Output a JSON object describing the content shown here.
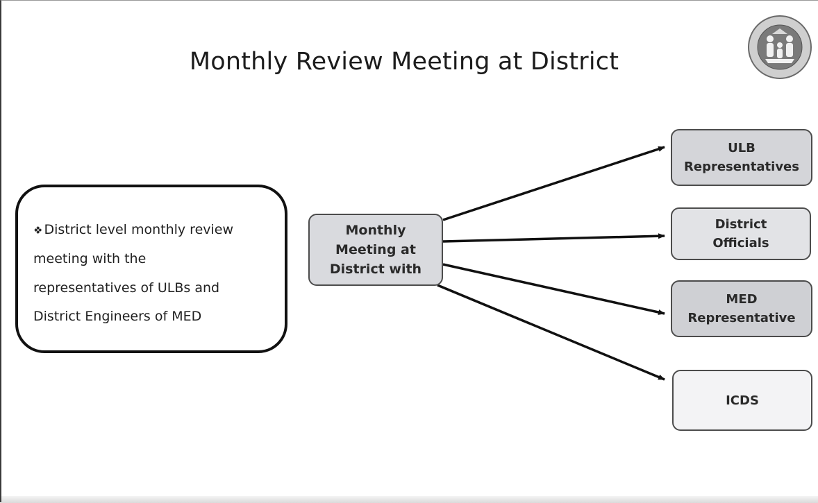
{
  "slide": {
    "title": "Monthly Review Meeting at District",
    "description_lines": [
      "District level monthly review",
      "meeting with the",
      "representatives of ULBs and",
      "District Engineers of MED"
    ],
    "bullet_glyph": "❖"
  },
  "diagram": {
    "center": [
      "Monthly",
      "Meeting at",
      "District with"
    ],
    "targets": [
      {
        "lines": [
          "ULB",
          "Representatives"
        ]
      },
      {
        "lines": [
          "District",
          "Officials"
        ]
      },
      {
        "lines": [
          "MED",
          "Representative"
        ]
      },
      {
        "lines": [
          "ICDS"
        ]
      }
    ]
  },
  "logo": {
    "icon": "national-urban-health-mission-logo"
  },
  "colors": {
    "text": "#1c1c1c",
    "node_border": "#4c4c4c",
    "arrow": "#111111",
    "box_border": "#111111"
  }
}
